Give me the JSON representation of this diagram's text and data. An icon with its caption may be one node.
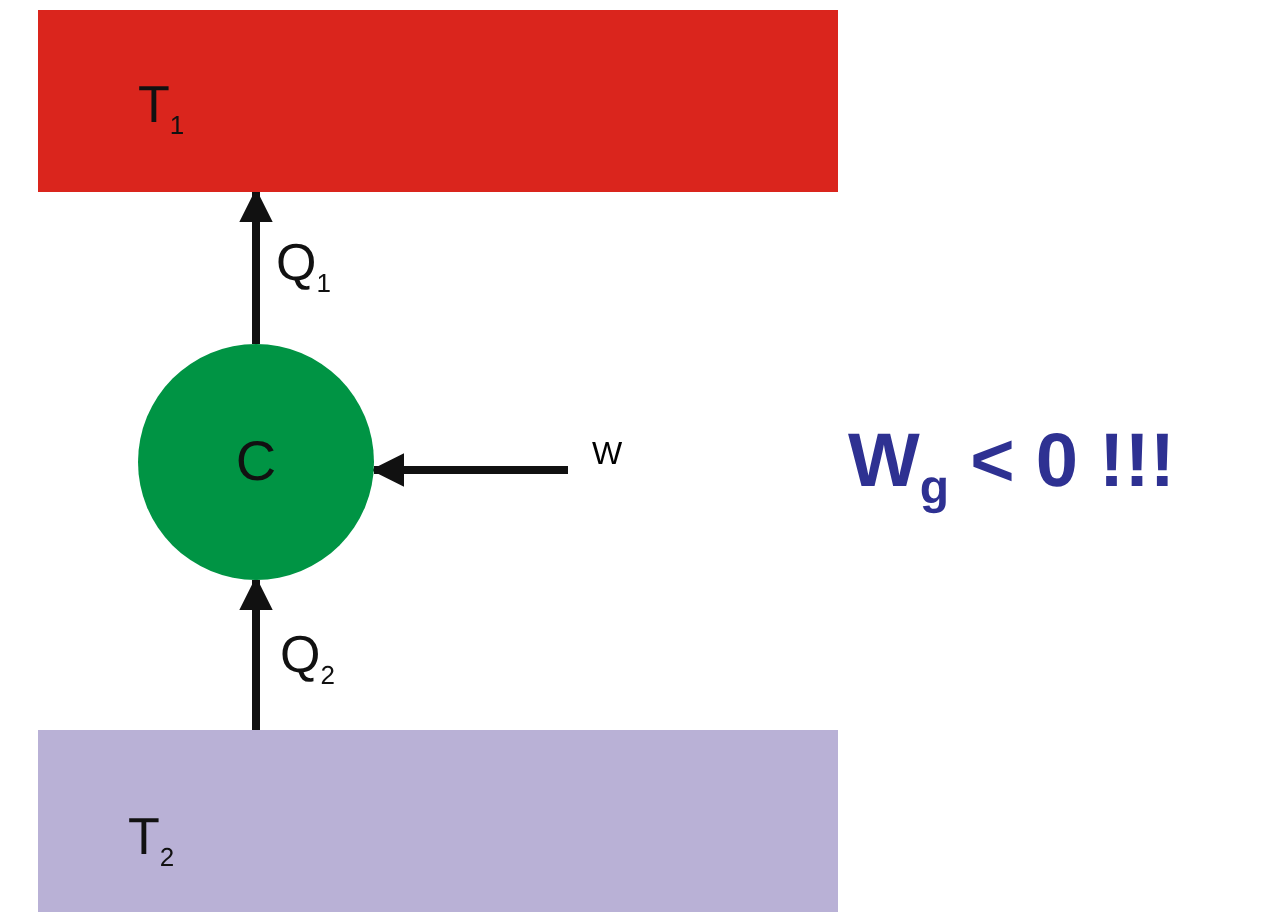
{
  "diagram": {
    "nodes": [
      {
        "text": [
          "T$_{1}$"
        ]
      },
      {
        "text": [
          "C"
        ]
      },
      {
        "text": [
          "T$_{2}$"
        ]
      },
      {
        "text": [
          "W"
        ]
      }
    ],
    "edges": [
      {
        "from": 1,
        "to": 0,
        "arrow": "to",
        "label": "Q$_{1}$"
      },
      {
        "from": 2,
        "to": 1,
        "arrow": "to",
        "label": "Q$_{2}$"
      },
      {
        "from": 3,
        "to": 1,
        "arrow": "to"
      }
    ],
    "labels": [
      "W$_{g}$ < 0 !!!"
    ]
  }
}
